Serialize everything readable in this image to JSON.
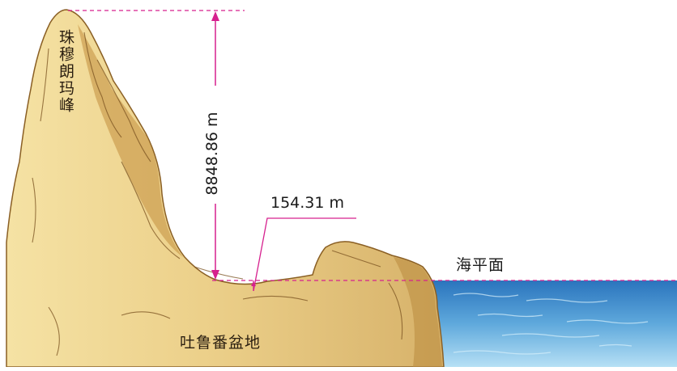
{
  "labels": {
    "peak": "珠穆朗玛峰",
    "basin": "吐鲁番盆地",
    "sea_level": "海平面",
    "peak_height": "8848.86 m",
    "basin_depth": "154.31 m"
  },
  "colors": {
    "rock_light": "#f2d98f",
    "rock_mid": "#e3bd6a",
    "rock_shadow": "#b98a3e",
    "sea_top": "#2f7fc7",
    "sea_bottom": "#a9d8f2",
    "dimension_line": "#d6208e"
  },
  "values": {
    "peak_height_m": 8848.86,
    "basin_depth_m": 154.31
  }
}
